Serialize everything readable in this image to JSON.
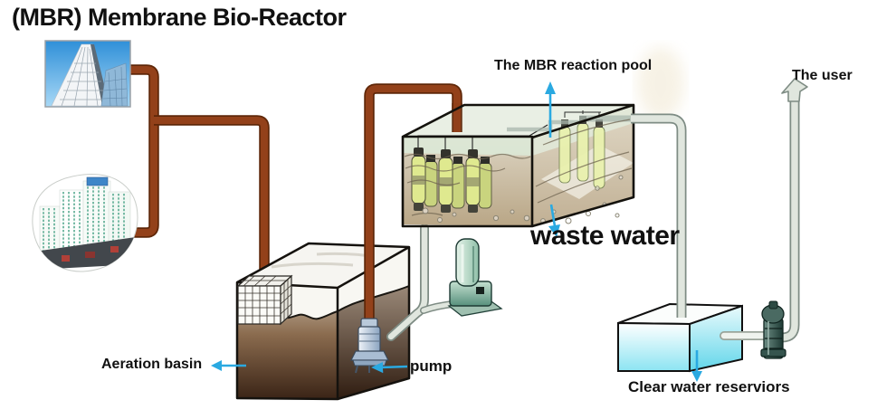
{
  "title": "(MBR) Membrane Bio-Reactor",
  "labels": {
    "mbr_pool": "The MBR reaction pool",
    "user": "The user",
    "waste_water": "waste water",
    "aeration_basin": "Aeration basin",
    "pump": "pump",
    "clear_water": "Clear water reserviors"
  },
  "components": [
    {
      "name": "office-building-photo-icon",
      "meaning": "city high-rise sewage source"
    },
    {
      "name": "residential-building-photo-icon",
      "meaning": "apartment block sewage source"
    },
    {
      "name": "sewage-pipe",
      "color_key": "pipe_brown"
    },
    {
      "name": "aeration-basin-tank",
      "contents": "brown sludge water with inlet screen mesh"
    },
    {
      "name": "submersible-pump",
      "location": "inside aeration basin"
    },
    {
      "name": "air-blower",
      "location": "between basin and MBR pool"
    },
    {
      "name": "mbr-reaction-pool-tank",
      "contents": "membrane modules in waste water"
    },
    {
      "name": "clear-water-reservoir-tank",
      "contents": "clear cyan water"
    },
    {
      "name": "delivery-pump",
      "location": "right of clear water reservoir"
    },
    {
      "name": "user-supply-pipe-arrow",
      "direction": "up"
    }
  ],
  "colors": {
    "accent_blue": "#2aa9e1",
    "pipe_brown": "#93411a",
    "pipe_brown_edge": "#5f2708",
    "pipe_gray": "#e0e6de",
    "pipe_gray_edge": "#7e8c84",
    "text_color": "#111111",
    "membrane_yellow": "#dfe98f",
    "reservoir_cyan": "#8ce4f2"
  }
}
